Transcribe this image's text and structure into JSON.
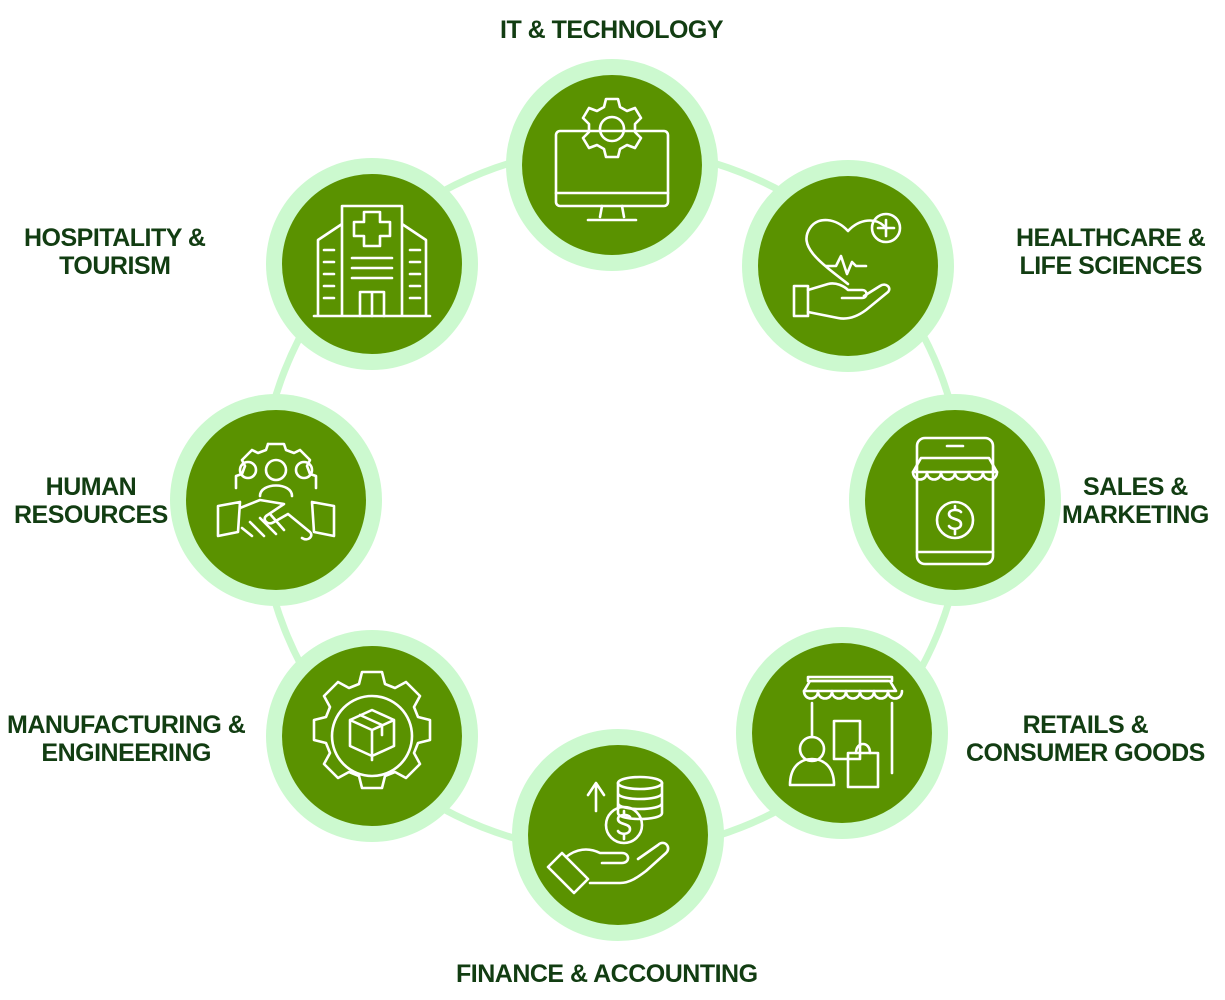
{
  "colors": {
    "ring": "#ccf9cf",
    "circle": "#5a9200",
    "text": "#123d12",
    "background": "#ffffff"
  },
  "nodes": [
    {
      "id": "it",
      "lines": [
        "IT & TECHNOLOGY"
      ],
      "icon": "computer-gear-icon"
    },
    {
      "id": "healthcare",
      "lines": [
        "HEALTHCARE &",
        "LIFE SCIENCES"
      ],
      "icon": "heart-hand-icon"
    },
    {
      "id": "sales",
      "lines": [
        "SALES &",
        "MARKETING"
      ],
      "icon": "mobile-shop-icon"
    },
    {
      "id": "retail",
      "lines": [
        "RETAILS &",
        "CONSUMER GOODS"
      ],
      "icon": "store-shopper-icon"
    },
    {
      "id": "finance",
      "lines": [
        "FINANCE & ACCOUNTING"
      ],
      "icon": "hand-coins-icon"
    },
    {
      "id": "manufacturing",
      "lines": [
        "MANUFACTURING &",
        "ENGINEERING"
      ],
      "icon": "gear-box-icon"
    },
    {
      "id": "hr",
      "lines": [
        "HUMAN",
        "RESOURCES"
      ],
      "icon": "handshake-team-icon"
    },
    {
      "id": "hospitality",
      "lines": [
        "HOSPITALITY &",
        "TOURISM"
      ],
      "icon": "hospital-building-icon"
    }
  ]
}
